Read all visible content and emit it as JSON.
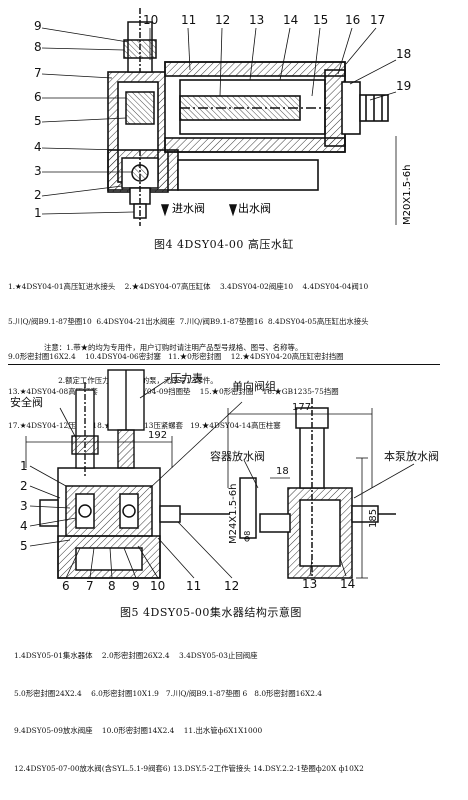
{
  "fig4": {
    "callouts": [
      "1",
      "2",
      "3",
      "4",
      "5",
      "6",
      "7",
      "8",
      "9",
      "10",
      "11",
      "12",
      "13",
      "14",
      "15",
      "16",
      "17",
      "18",
      "19"
    ],
    "inlet_valve": "进水阀",
    "outlet_valve": "出水阀",
    "thread": "M20X1.5-6h",
    "caption": "图4 4DSY04-00 高压水缸",
    "legend": [
      "1.★4DSY04-01高压缸进水接头    2.★4DSY04-07高压缸体    3.4DSY04-02阀座10    4.4DSY04-04阀10",
      "5.川Q/阀B9.1-87垫圈10  6.4DSY04-21出水阀座  7.川Q/阀B9.1-87垫圈16  8.4DSY04-05高压缸出水接头",
      "9.0形密封圈16X2.4    10.4DSY04-06密封塞   11.★0形密封圈    12.★4DSY04-20高压缸密封挡圈",
      "13.★4DSY04-08高压缸套    14.★4DSY04-09挡圈垫    15.★0形密封圈    16.★GB1235-75挡圈",
      "17.★4DSY04-12压圈    18.★4DSY04-13压紧螺套   19.★4DSY04-14高压柱塞"
    ],
    "notes": [
      "注意：1.带★的均为专用件，用户订购时请注明产品型号规格、图号、名称等。",
      "      2.额定工作压力≤10MPa的泵，无序号12零件。"
    ]
  },
  "fig5": {
    "safety_valve": "安全阀",
    "pressure_gauge": "压力表",
    "check_valve_group": "单向阀组",
    "container_drain": "容器放水阀",
    "pump_drain": "本泵放水阀",
    "thread": "M24X1.5-6h",
    "diameter": "Φ8",
    "dims": {
      "d177": "177",
      "d192": "192",
      "d18": "18",
      "d185": "185"
    },
    "callouts_left": [
      "1",
      "2",
      "3",
      "4",
      "5"
    ],
    "callouts_bottom": [
      "6",
      "7",
      "8",
      "9",
      "10",
      "11",
      "12"
    ],
    "callouts_right": [
      "13",
      "14"
    ],
    "caption": "图5 4DSY05-00集水器结构示意图",
    "legend": [
      "1.4DSY05-01集水器体    2.0形密封圈26X2.4    3.4DSY05-03止回阀座",
      "5.0形密封圈24X2.4    6.0形密封圈10X1.9   7.川Q/阀B9.1-87垫圈 6   8.0形密封圈16X2.4",
      "9.4DSY05-09放水阀座    10.0形密封圈14X2.4    11.出水管ф6X1X1000",
      "12.4DSY05-07-00放水阀(含SYL.5.1-9阀套6) 13.DSY.5-2工作管接头 14.DSY.2.2-1垫圈ф20X ф10X2"
    ]
  }
}
